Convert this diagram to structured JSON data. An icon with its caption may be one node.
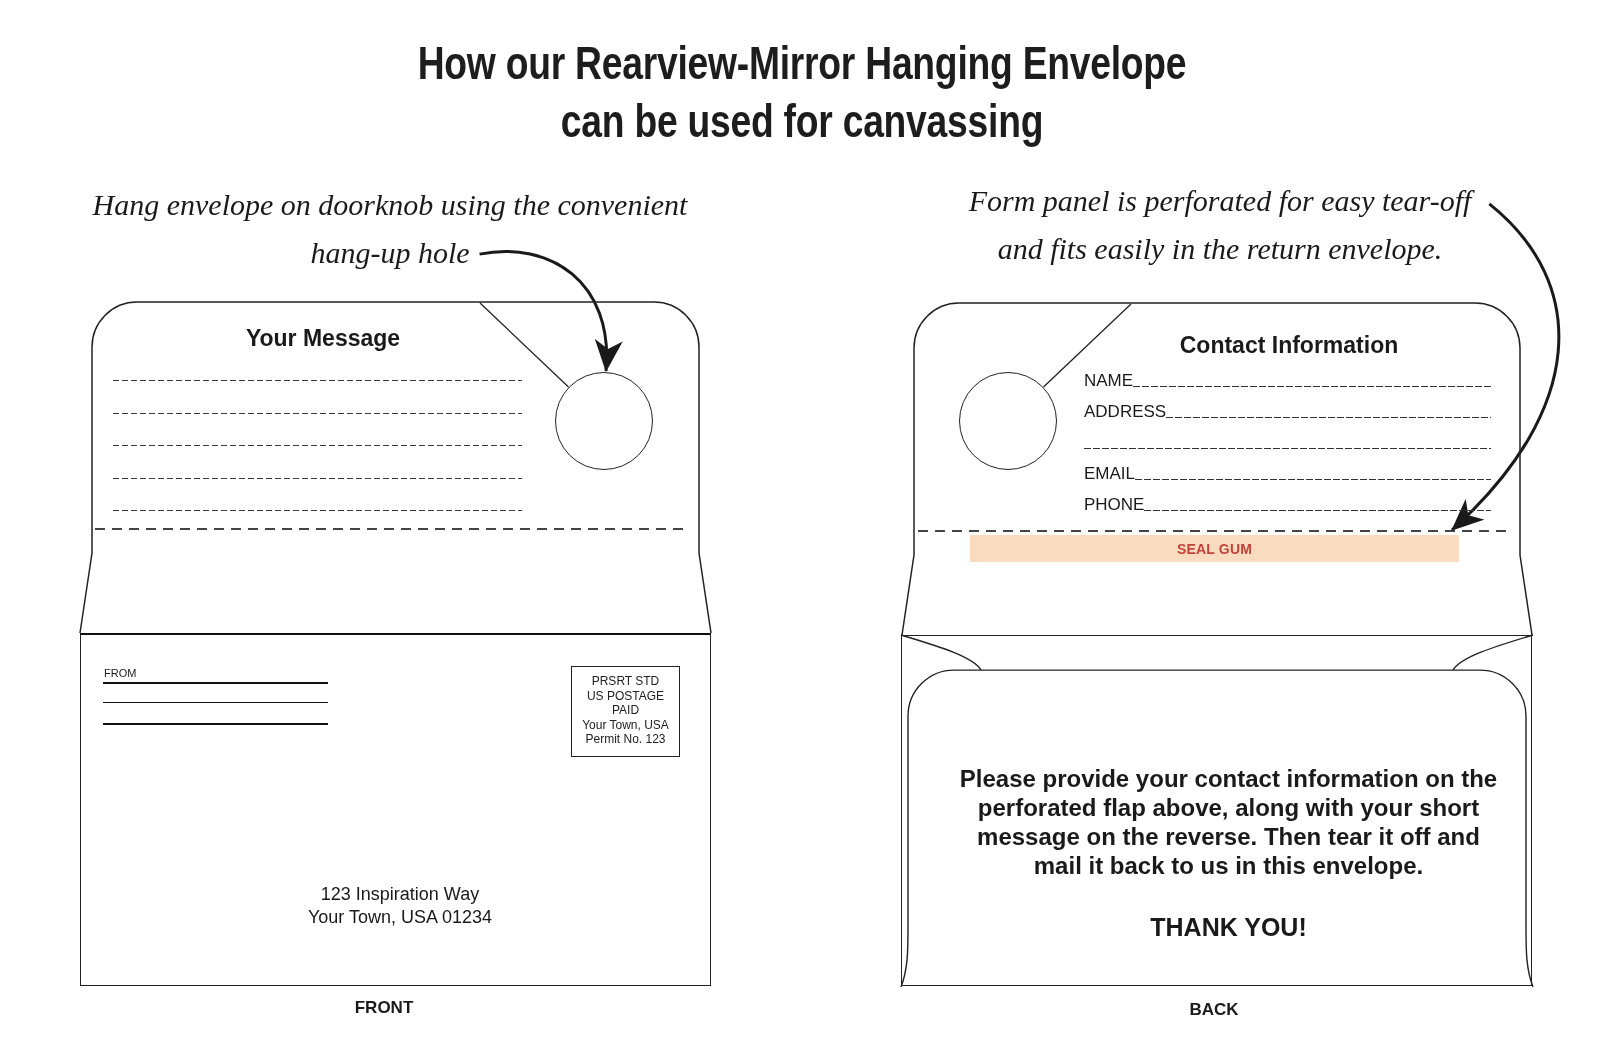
{
  "diagram": {
    "title": "How our Rearview-Mirror Hanging Envelope can be used for canvassing",
    "nodes": [
      {
        "text": [
          "Hang envelope on doorknob using the convenient hang-up hole"
        ]
      },
      {
        "text": [
          "Your Message"
        ]
      },
      {
        "text": [],
        "shape": "circle",
        "in": 1
      },
      {
        "text": [
          "FROM",
          "123 Inspiration Way Your Town, USA 01234"
        ],
        "beside": [
          "FRONT"
        ]
      },
      {
        "text": [
          "PRSRT STD",
          "US POSTAGE",
          "PAID",
          "Your Town, USA",
          "Permit No. 123"
        ],
        "in": 3
      },
      {
        "text": [
          "Form panel is perforated for easy tear-off and fits easily in the return envelope."
        ]
      },
      {
        "text": [
          "Contact Information",
          "NAME",
          "ADDRESS",
          "EMAIL",
          "PHONE"
        ]
      },
      {
        "text": [],
        "shape": "circle",
        "in": 6
      },
      {
        "text": [],
        "shape": "line",
        "in": 6
      },
      {
        "text": [
          "SEAL GUM"
        ],
        "in": 6
      },
      {
        "text": [
          "Please provide your contact information on the perforated flap above, along with your short message on the reverse. Then tear it off and mail it back to us in this envelope.",
          "THANK YOU!"
        ],
        "beside": [
          "BACK"
        ]
      }
    ],
    "edges": [
      {
        "from": 0,
        "to": 2,
        "arrow": "to"
      },
      {
        "from": 5,
        "to": 8,
        "arrow": "to"
      }
    ]
  }
}
